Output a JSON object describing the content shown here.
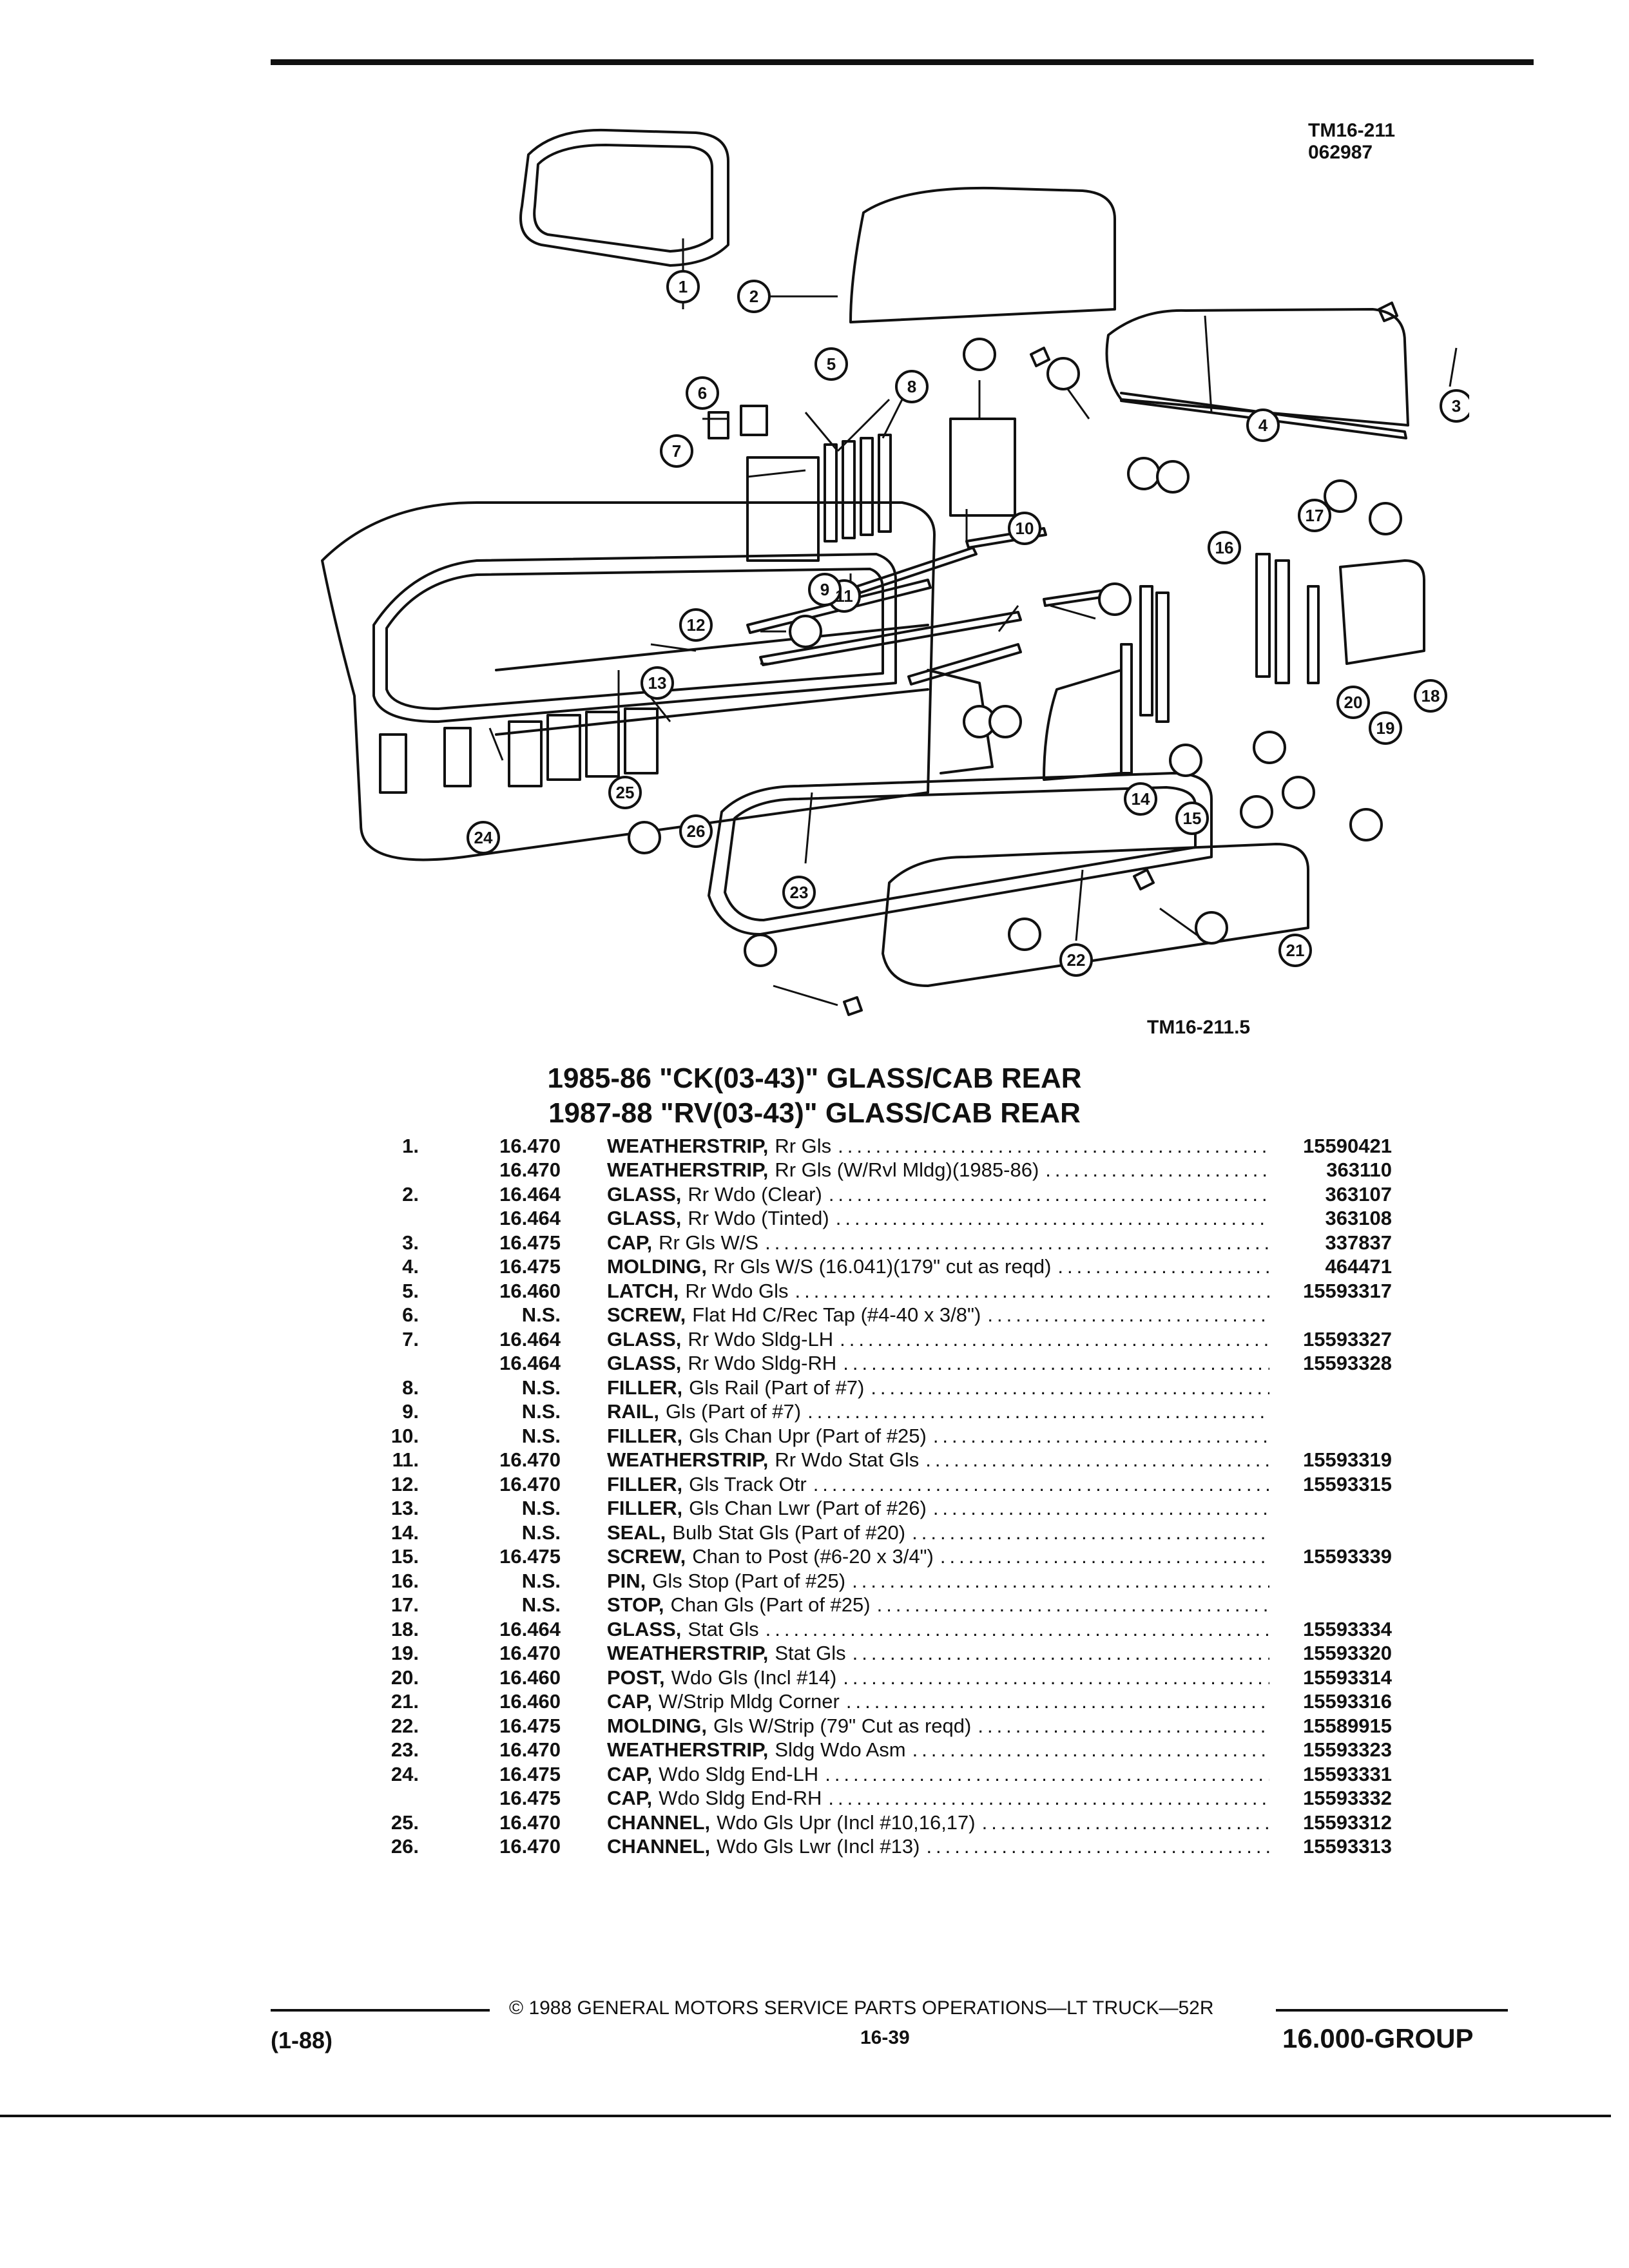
{
  "header": {
    "code_line1": "TM16-211",
    "code_line2": "062987"
  },
  "diagram": {
    "caption": "TM16-211.5",
    "callouts": [
      "1",
      "2",
      "3",
      "4",
      "5",
      "6",
      "7",
      "8",
      "9",
      "10",
      "11",
      "12",
      "13",
      "14",
      "15",
      "16",
      "17",
      "18",
      "19",
      "20",
      "21",
      "22",
      "23",
      "24",
      "25",
      "26"
    ]
  },
  "title": {
    "line1": "1985-86 \"CK(03-43)\" GLASS/CAB REAR",
    "line2": "1987-88 \"RV(03-43)\" GLASS/CAB REAR"
  },
  "parts": [
    {
      "num": "1.",
      "cat": "16.470",
      "name": "WEATHERSTRIP,",
      "desc": "Rr Gls",
      "pn": "15590421"
    },
    {
      "num": "",
      "cat": "16.470",
      "name": "WEATHERSTRIP,",
      "desc": "Rr Gls (W/Rvl Mldg)(1985-86)",
      "pn": "363110"
    },
    {
      "num": "2.",
      "cat": "16.464",
      "name": "GLASS,",
      "desc": "Rr Wdo (Clear)",
      "pn": "363107"
    },
    {
      "num": "",
      "cat": "16.464",
      "name": "GLASS,",
      "desc": "Rr Wdo (Tinted)",
      "pn": "363108"
    },
    {
      "num": "3.",
      "cat": "16.475",
      "name": "CAP,",
      "desc": "Rr Gls W/S",
      "pn": "337837"
    },
    {
      "num": "4.",
      "cat": "16.475",
      "name": "MOLDING,",
      "desc": "Rr Gls W/S (16.041)(179\" cut as reqd)",
      "pn": "464471"
    },
    {
      "num": "5.",
      "cat": "16.460",
      "name": "LATCH,",
      "desc": "Rr Wdo Gls",
      "pn": "15593317"
    },
    {
      "num": "6.",
      "cat": "N.S.",
      "name": "SCREW,",
      "desc": "Flat Hd C/Rec Tap (#4-40 x 3/8\")",
      "pn": ""
    },
    {
      "num": "7.",
      "cat": "16.464",
      "name": "GLASS,",
      "desc": "Rr Wdo Sldg-LH",
      "pn": "15593327"
    },
    {
      "num": "",
      "cat": "16.464",
      "name": "GLASS,",
      "desc": "Rr Wdo Sldg-RH",
      "pn": "15593328"
    },
    {
      "num": "8.",
      "cat": "N.S.",
      "name": "FILLER,",
      "desc": "Gls Rail (Part of #7)",
      "pn": ""
    },
    {
      "num": "9.",
      "cat": "N.S.",
      "name": "RAIL,",
      "desc": "Gls (Part of #7)",
      "pn": ""
    },
    {
      "num": "10.",
      "cat": "N.S.",
      "name": "FILLER,",
      "desc": "Gls Chan Upr (Part of #25)",
      "pn": ""
    },
    {
      "num": "11.",
      "cat": "16.470",
      "name": "WEATHERSTRIP,",
      "desc": "Rr Wdo Stat Gls",
      "pn": "15593319"
    },
    {
      "num": "12.",
      "cat": "16.470",
      "name": "FILLER,",
      "desc": "Gls Track Otr",
      "pn": "15593315"
    },
    {
      "num": "13.",
      "cat": "N.S.",
      "name": "FILLER,",
      "desc": "Gls Chan Lwr (Part of #26)",
      "pn": ""
    },
    {
      "num": "14.",
      "cat": "N.S.",
      "name": "SEAL,",
      "desc": "Bulb Stat Gls (Part of #20)",
      "pn": ""
    },
    {
      "num": "15.",
      "cat": "16.475",
      "name": "SCREW,",
      "desc": "Chan to Post (#6-20 x 3/4\")",
      "pn": "15593339"
    },
    {
      "num": "16.",
      "cat": "N.S.",
      "name": "PIN,",
      "desc": "Gls Stop (Part of #25)",
      "pn": ""
    },
    {
      "num": "17.",
      "cat": "N.S.",
      "name": "STOP,",
      "desc": "Chan Gls (Part of #25)",
      "pn": ""
    },
    {
      "num": "18.",
      "cat": "16.464",
      "name": "GLASS,",
      "desc": "Stat Gls",
      "pn": "15593334"
    },
    {
      "num": "19.",
      "cat": "16.470",
      "name": "WEATHERSTRIP,",
      "desc": "Stat Gls",
      "pn": "15593320"
    },
    {
      "num": "20.",
      "cat": "16.460",
      "name": "POST,",
      "desc": "Wdo Gls (Incl #14)",
      "pn": "15593314"
    },
    {
      "num": "21.",
      "cat": "16.460",
      "name": "CAP,",
      "desc": "W/Strip Mldg Corner",
      "pn": "15593316"
    },
    {
      "num": "22.",
      "cat": "16.475",
      "name": "MOLDING,",
      "desc": "Gls W/Strip (79\" Cut as reqd)",
      "pn": "15589915"
    },
    {
      "num": "23.",
      "cat": "16.470",
      "name": "WEATHERSTRIP,",
      "desc": "Sldg Wdo Asm",
      "pn": "15593323"
    },
    {
      "num": "24.",
      "cat": "16.475",
      "name": "CAP,",
      "desc": "Wdo Sldg End-LH",
      "pn": "15593331"
    },
    {
      "num": "",
      "cat": "16.475",
      "name": "CAP,",
      "desc": "Wdo Sldg End-RH",
      "pn": "15593332"
    },
    {
      "num": "25.",
      "cat": "16.470",
      "name": "CHANNEL,",
      "desc": "Wdo Gls Upr (Incl #10,16,17)",
      "pn": "15593312"
    },
    {
      "num": "26.",
      "cat": "16.470",
      "name": "CHANNEL,",
      "desc": "Wdo Gls Lwr (Incl #13)",
      "pn": "15593313"
    }
  ],
  "footer": {
    "copyright": "© 1988 GENERAL MOTORS SERVICE PARTS OPERATIONS—LT TRUCK—52R",
    "date_code": "(1-88)",
    "page": "16-39",
    "group": "16.000-GROUP"
  }
}
